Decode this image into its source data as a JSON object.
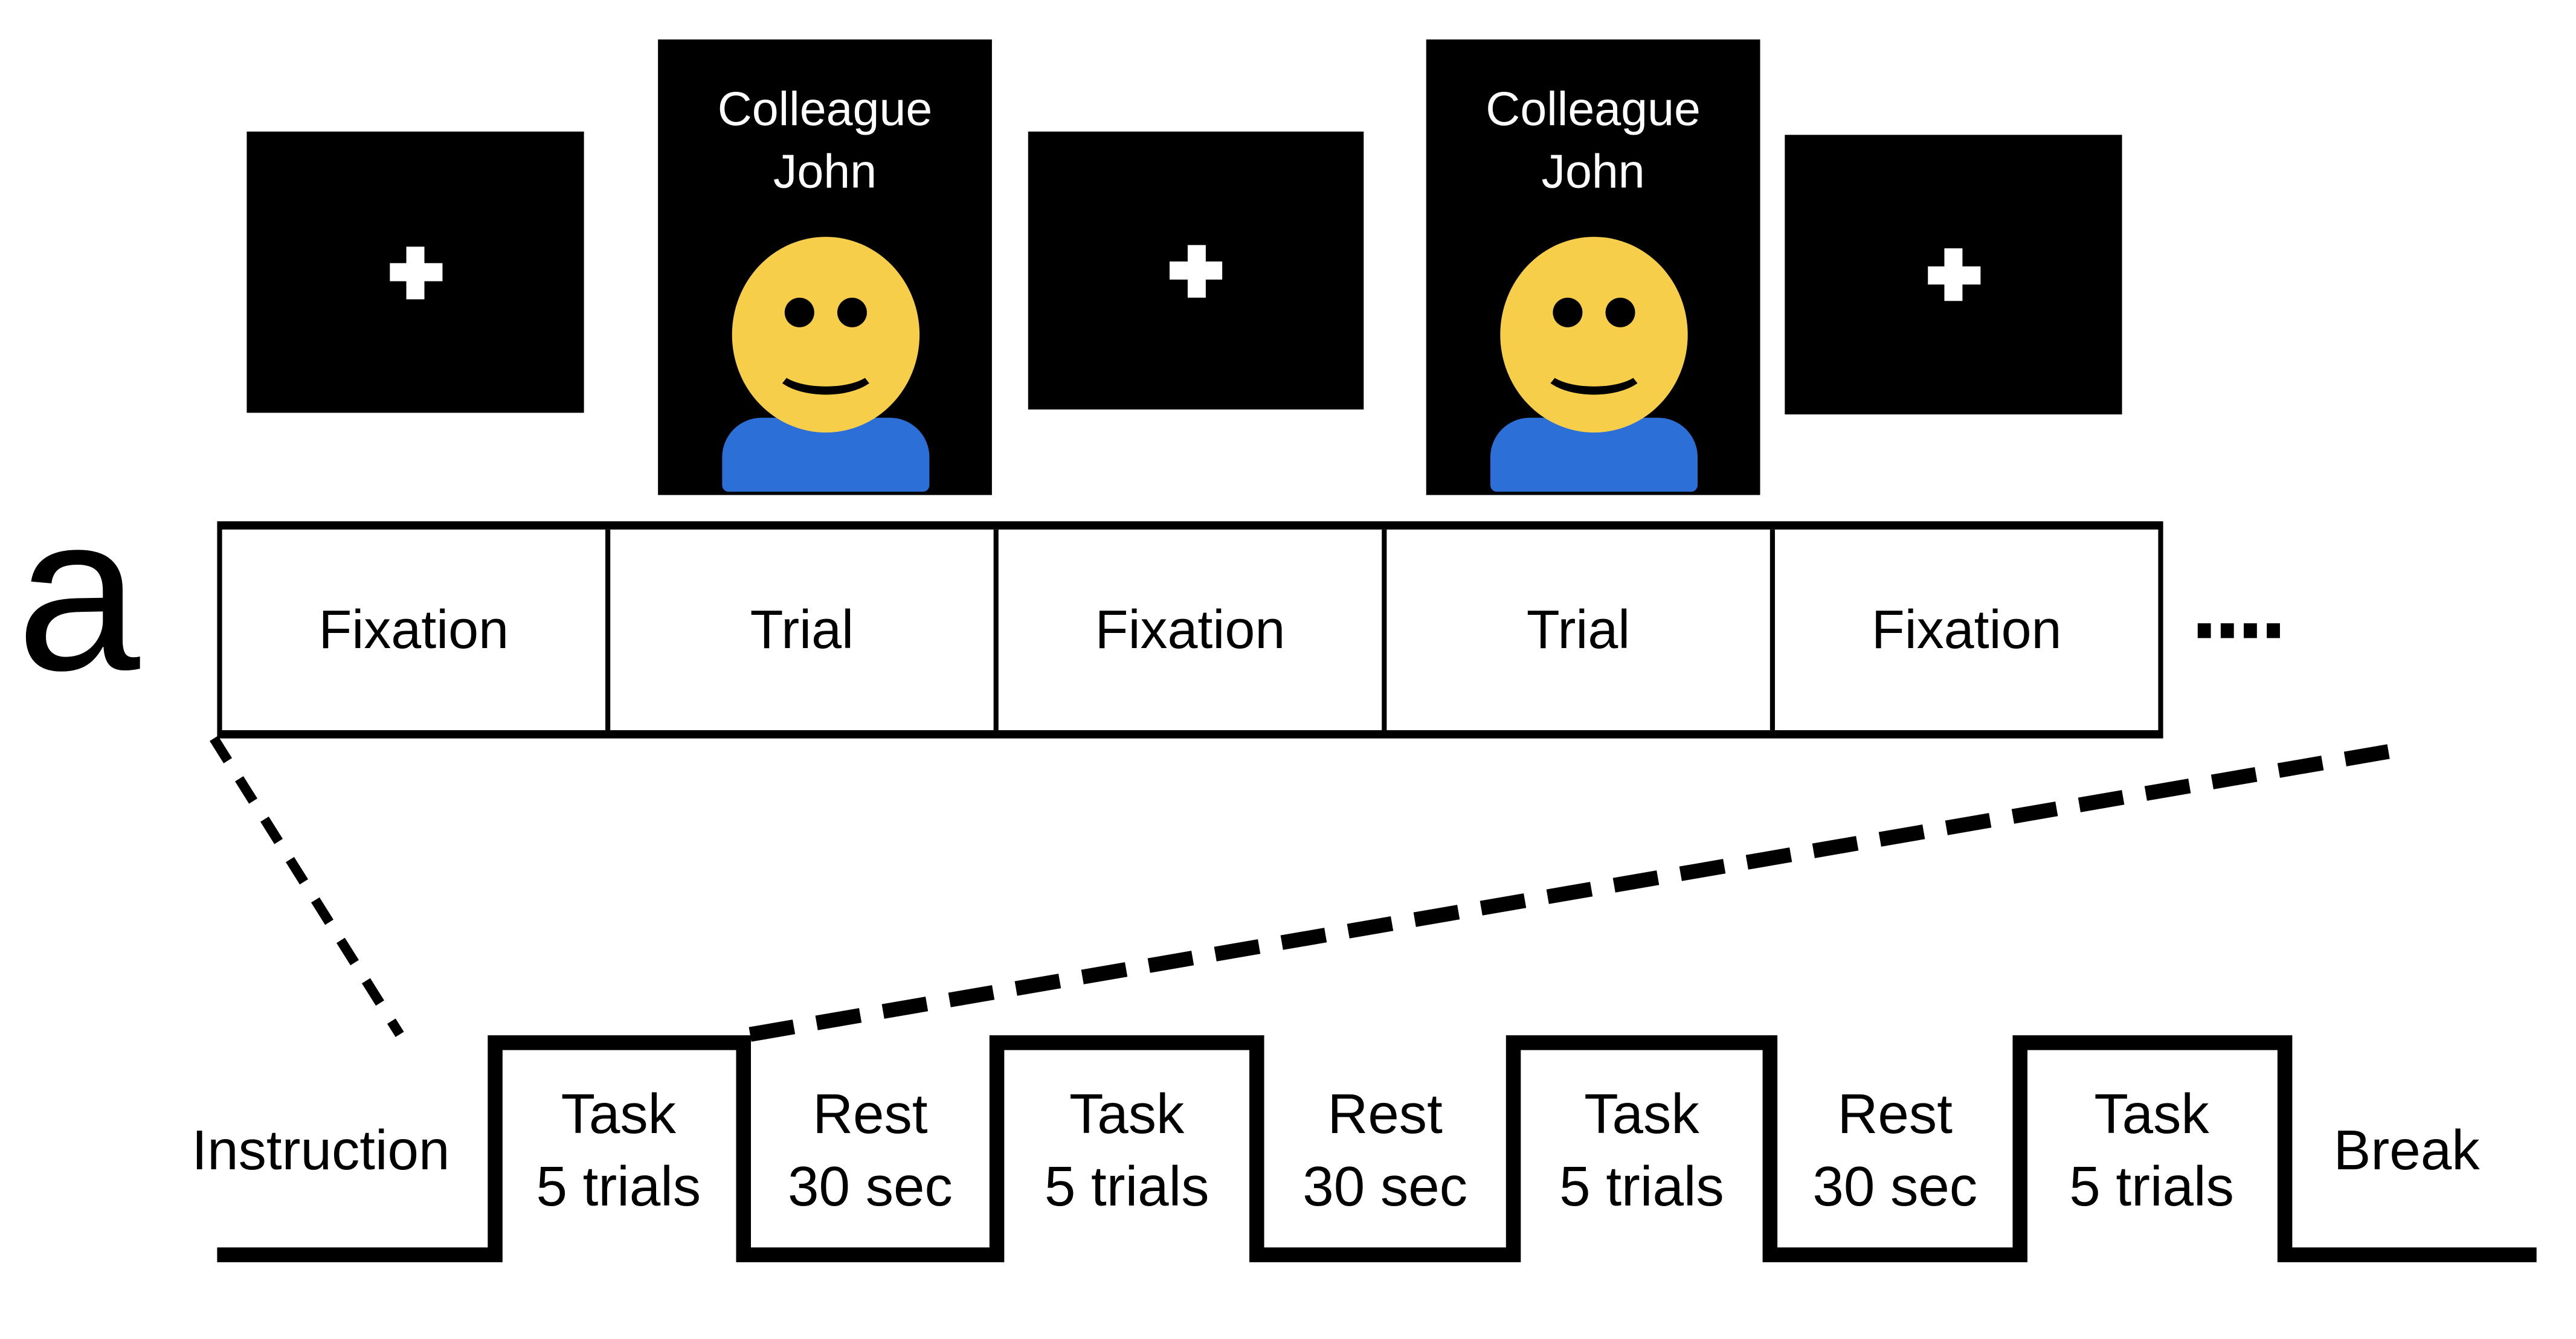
{
  "figure_label": "a",
  "colors": {
    "screen_background": "#000000",
    "fixation_cross": "#ffffff",
    "stimulus_text": "#ffffff",
    "face_yellow": "#F7CE4A",
    "shirt_blue": "#2C6FD6",
    "line_black": "#000000",
    "page_background": "#ffffff"
  },
  "stimulus_screens": [
    {
      "type": "fixation",
      "symbol": "+"
    },
    {
      "type": "face",
      "title_line1": "Colleague",
      "title_line2": "John"
    },
    {
      "type": "fixation",
      "symbol": "+"
    },
    {
      "type": "face",
      "title_line1": "Colleague",
      "title_line2": "John"
    },
    {
      "type": "fixation",
      "symbol": "+"
    }
  ],
  "trial_timeline": {
    "cells": [
      "Fixation",
      "Trial",
      "Fixation",
      "Trial",
      "Fixation"
    ],
    "continuation_dots": "...."
  },
  "block_timeline": {
    "blocks": [
      {
        "line1": "Instruction",
        "line2": "",
        "level": "baseline"
      },
      {
        "line1": "Task",
        "line2": "5 trials",
        "level": "pulse"
      },
      {
        "line1": "Rest",
        "line2": "30 sec",
        "level": "baseline"
      },
      {
        "line1": "Task",
        "line2": "5 trials",
        "level": "pulse"
      },
      {
        "line1": "Rest",
        "line2": "30 sec",
        "level": "baseline"
      },
      {
        "line1": "Task",
        "line2": "5 trials",
        "level": "pulse"
      },
      {
        "line1": "Rest",
        "line2": "30 sec",
        "level": "baseline"
      },
      {
        "line1": "Task",
        "line2": "5 trials",
        "level": "pulse"
      },
      {
        "line1": "Break",
        "line2": "",
        "level": "baseline"
      }
    ]
  }
}
